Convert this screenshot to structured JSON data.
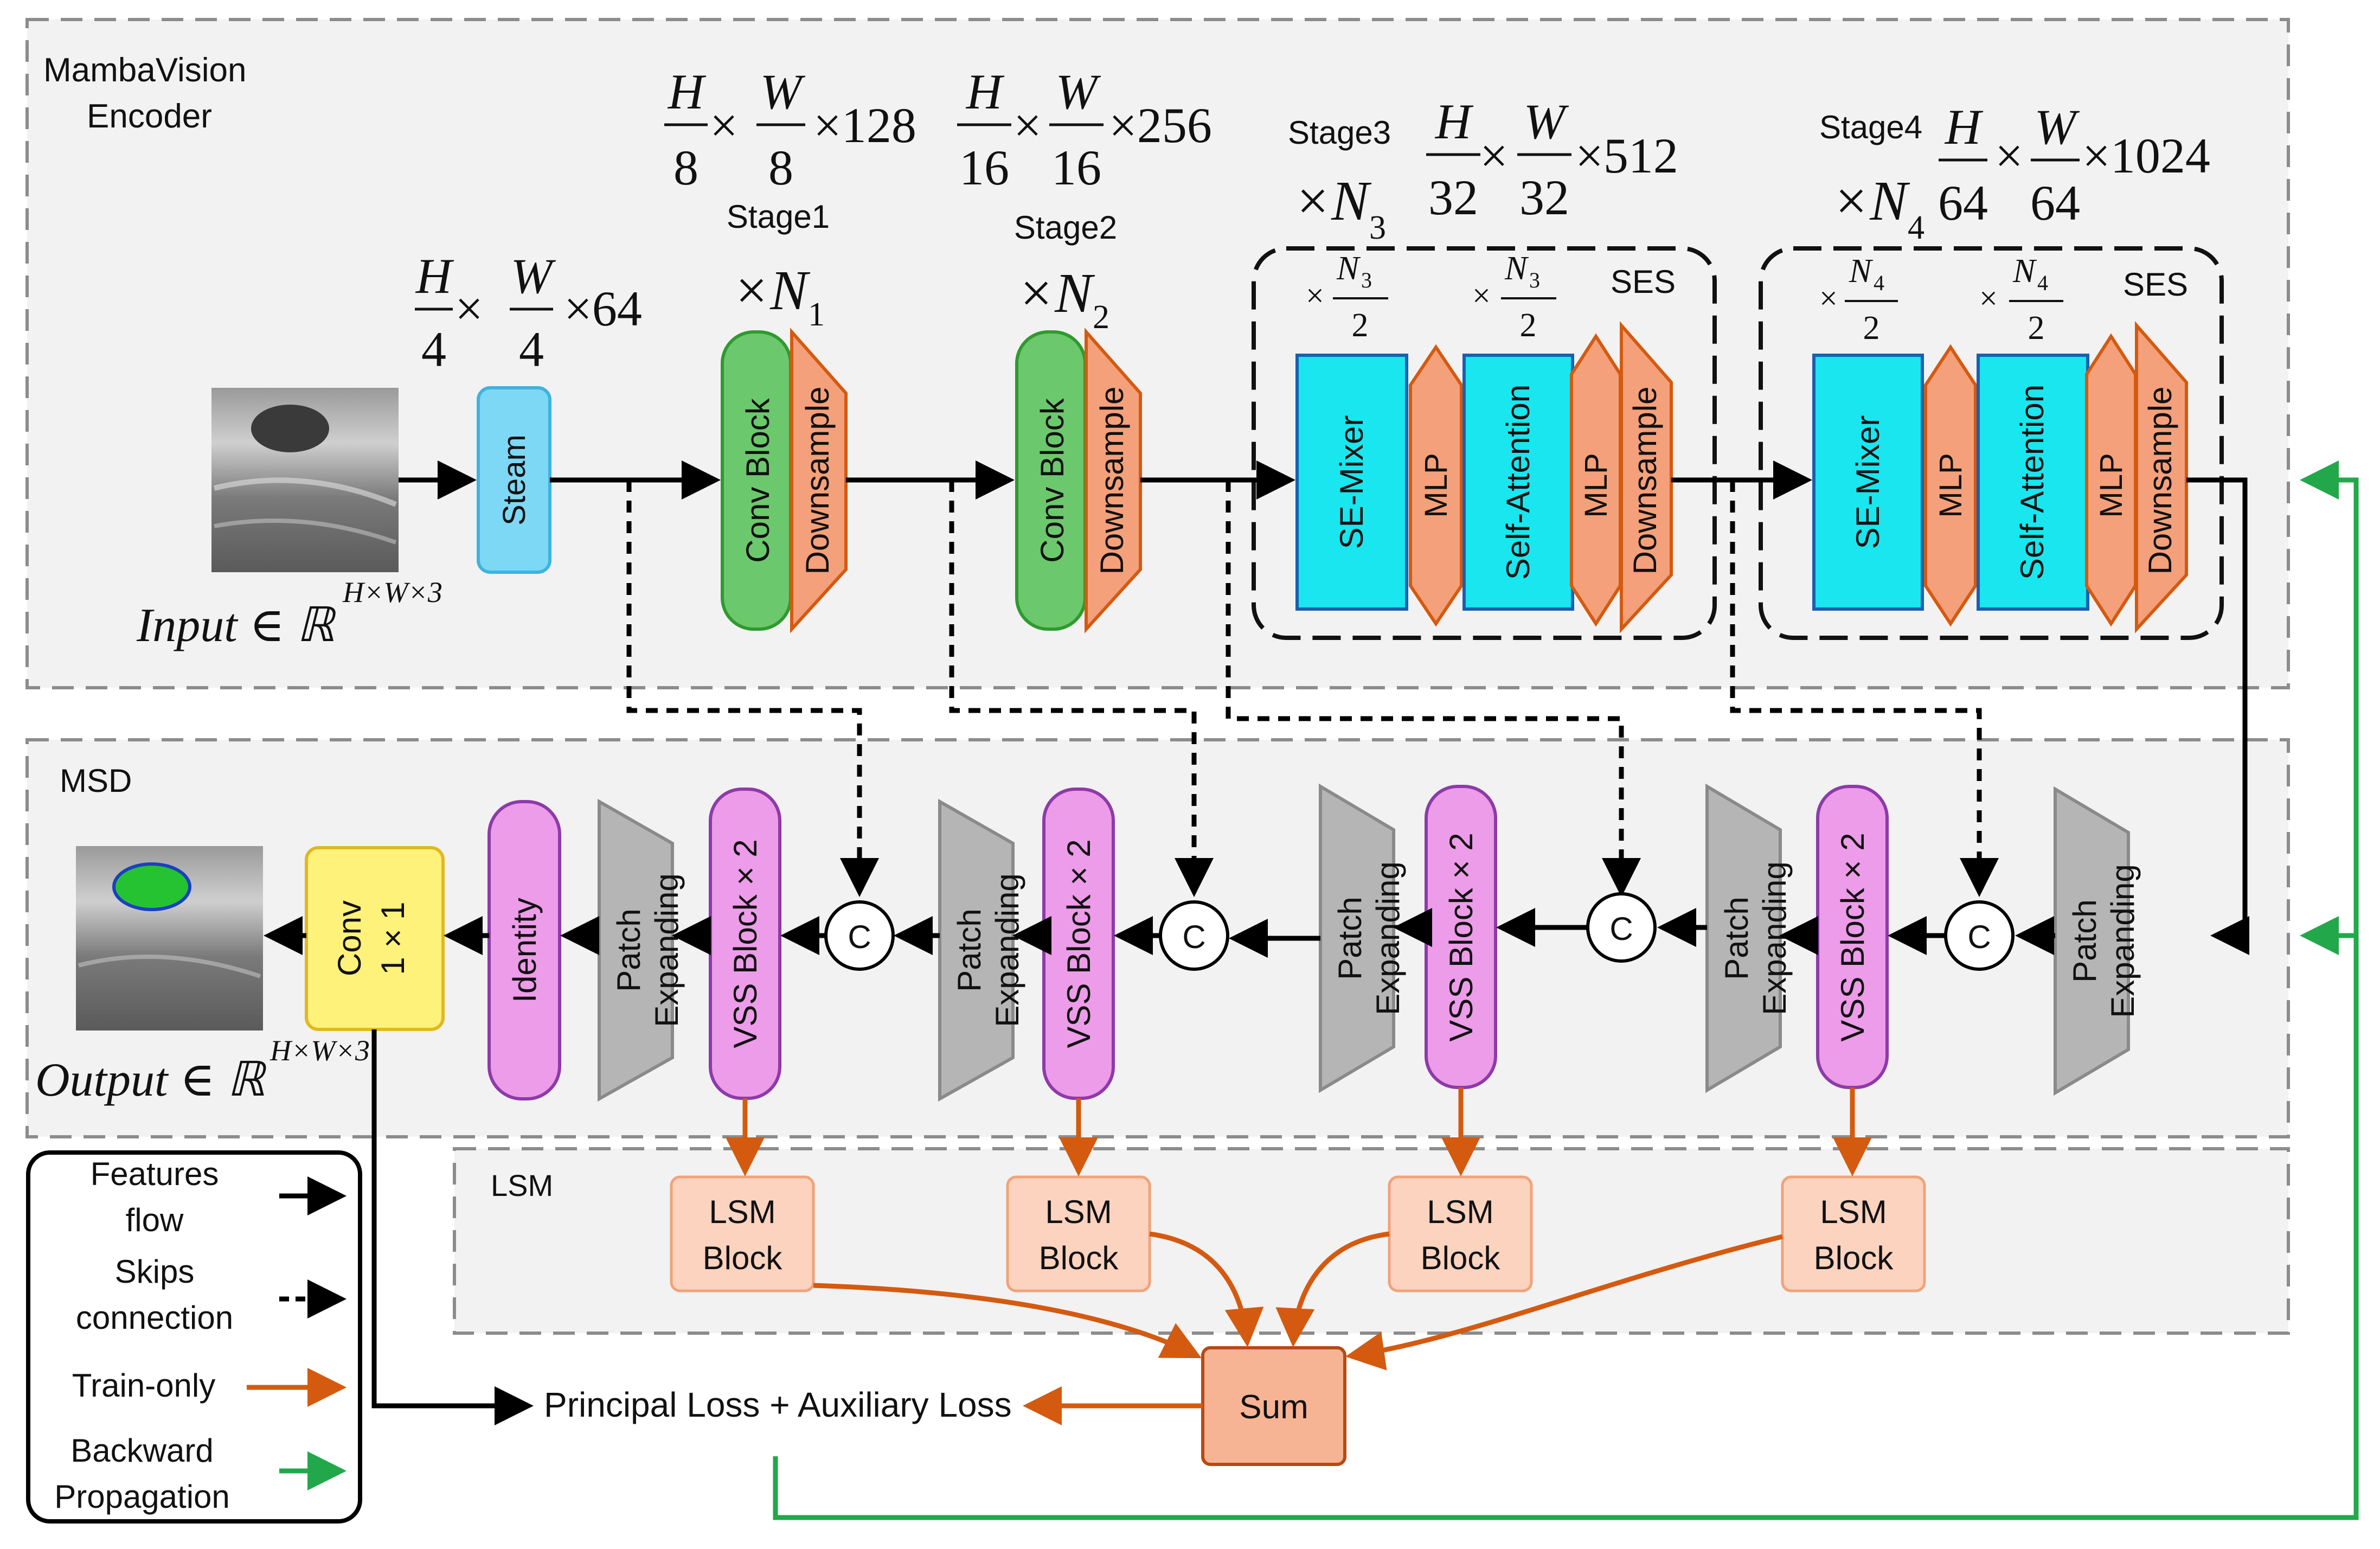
{
  "regions": {
    "encoder_label_1": "MambaVision",
    "encoder_label_2": "Encoder",
    "msd_label": "MSD",
    "lsm_label": "LSM"
  },
  "encoder": {
    "input_label": "Input ∈ ℝ",
    "input_sup": "H×W×3",
    "steam": "Steam",
    "dim_steam": {
      "n1": "H",
      "d1": "4",
      "n2": "W",
      "d2": "4",
      "c": "×64"
    },
    "stage1": {
      "label": "Stage1",
      "rep": "×N",
      "sub": "1",
      "n1": "H",
      "d1": "8",
      "n2": "W",
      "d2": "8",
      "c": "×128"
    },
    "stage2": {
      "label": "Stage2",
      "rep": "×N",
      "sub": "2",
      "n1": "H",
      "d1": "16",
      "n2": "W",
      "d2": "16",
      "c": "×256"
    },
    "stage3": {
      "label": "Stage3",
      "rep": "×N",
      "sub": "3",
      "n1": "H",
      "d1": "32",
      "n2": "W",
      "d2": "32",
      "c": "×512"
    },
    "stage4": {
      "label": "Stage4",
      "rep": "×N",
      "sub": "4",
      "n1": "H",
      "d1": "64",
      "n2": "W",
      "d2": "64",
      "c": "×1024"
    },
    "conv_block": "Conv Block",
    "downsample": "Downsample",
    "se_mixer": "SE-Mixer",
    "mlp": "MLP",
    "self_attention": "Self-Attention",
    "ses": "SES",
    "frac3": {
      "pre": "×",
      "n": "N",
      "sub": "3",
      "d": "2"
    },
    "frac4": {
      "pre": "×",
      "n": "N",
      "sub": "4",
      "d": "2"
    }
  },
  "decoder": {
    "output_label": "Output ∈ ℝ",
    "output_sup": "H×W×3",
    "conv1": "Conv",
    "conv2": "1 × 1",
    "identity": "Identity",
    "patch_1": "Patch",
    "patch_2": "Expanding",
    "vss": "VSS Block × 2",
    "concat": "C"
  },
  "lsm": {
    "block_1": "LSM",
    "block_2": "Block",
    "sum": "Sum",
    "loss": "Principal Loss + Auxiliary Loss"
  },
  "legend": {
    "features_1": "Features",
    "features_2": "flow",
    "skips_1": "Skips",
    "skips_2": "connection",
    "train": "Train-only",
    "backward_1": "Backward",
    "backward_2": "Propagation"
  },
  "colors": {
    "feature": "#000000",
    "train": "#d45a10",
    "backward": "#22a84a",
    "steam": "#7dd8f5",
    "conv_block": "#6cc86c",
    "downsample": "#f4a07a",
    "se_mixer": "#19e6ee",
    "vss": "#ec9ce8",
    "identity": "#ec9ce8",
    "conv1x1": "#fff27a",
    "patch_exp": "#b5b5b5",
    "lsm_block": "#fbd3bf",
    "sum": "#f7b495"
  }
}
